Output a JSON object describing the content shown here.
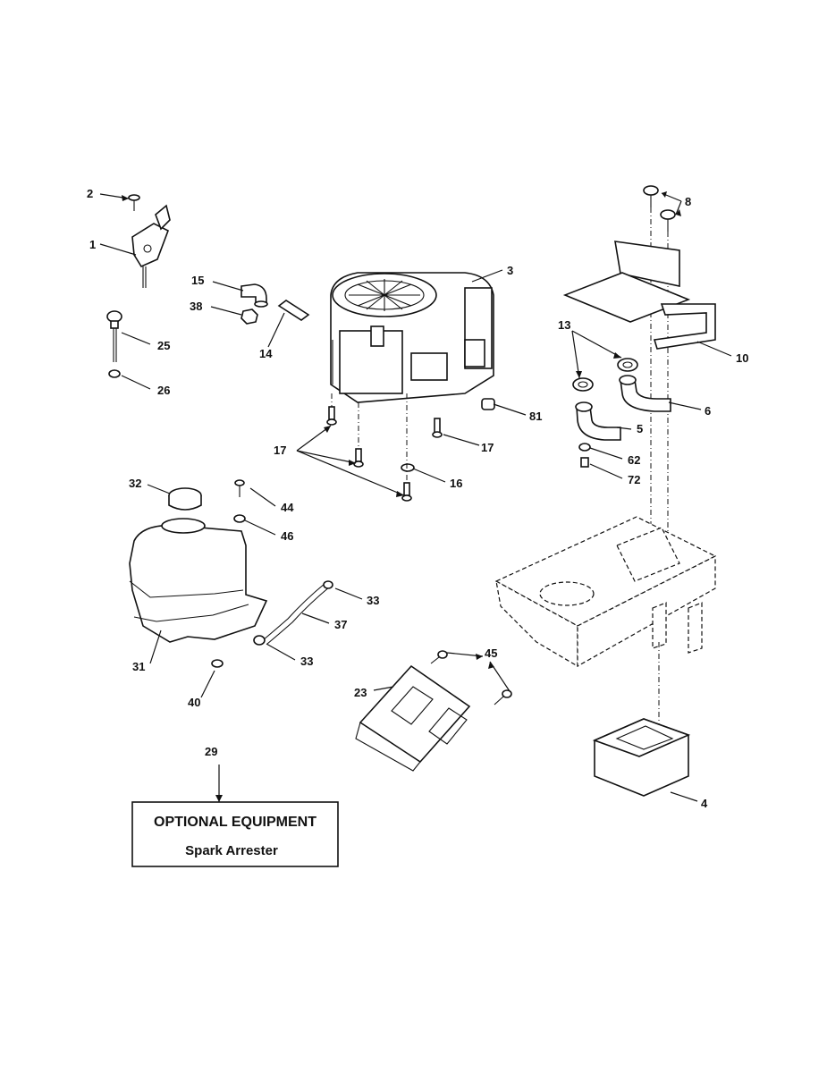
{
  "callouts": {
    "c1": "1",
    "c2": "2",
    "c3": "3",
    "c4": "4",
    "c5": "5",
    "c6": "6",
    "c8": "8",
    "c10": "10",
    "c13": "13",
    "c14": "14",
    "c15": "15",
    "c16": "16",
    "c17a": "17",
    "c17b": "17",
    "c23": "23",
    "c25": "25",
    "c26": "26",
    "c29": "29",
    "c31": "31",
    "c32": "32",
    "c33a": "33",
    "c33b": "33",
    "c37": "37",
    "c38": "38",
    "c40": "40",
    "c44": "44",
    "c45": "45",
    "c46": "46",
    "c62": "62",
    "c72": "72",
    "c81": "81"
  },
  "optional_box": {
    "title": "OPTIONAL EQUIPMENT",
    "subtitle": "Spark Arrester"
  }
}
